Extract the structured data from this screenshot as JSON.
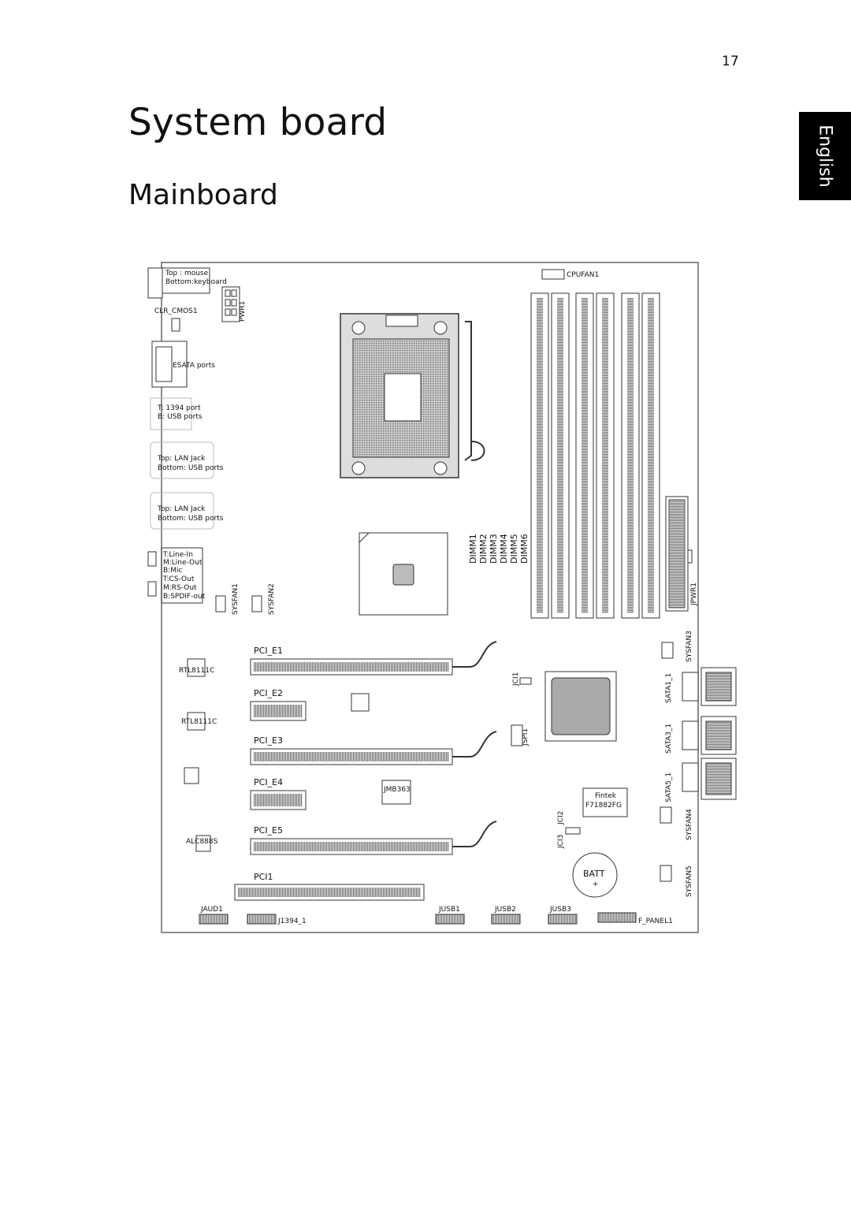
{
  "page": {
    "number": "17",
    "title": "System board",
    "subtitle": "Mainboard",
    "language_tab": "English"
  },
  "board": {
    "io_labels": {
      "mouse_top": "Top : mouse",
      "keyboard_bottom": "Bottom:keyboard",
      "clr_cmos": "CLR_CMOS1",
      "pwr": "PWR1",
      "esata": "ESATA ports",
      "p1394_top": "T:  1394 port",
      "p1394_bottom": "B: USB ports",
      "lan1_top": "Top: LAN Jack",
      "lan1_bottom": "Bottom: USB ports",
      "lan2_top": "Top: LAN Jack",
      "lan2_bottom": "Bottom: USB ports",
      "audio": [
        "T:Line-In",
        "M:Line-Out",
        "B:Mic",
        "T:CS-Out",
        "M:RS-Out",
        "B:SPDIF-out"
      ]
    },
    "cpufan": "CPUFAN1",
    "dimms": [
      "DIMM1",
      "DIMM2",
      "DIMM3",
      "DIMM4",
      "DIMM5",
      "DIMM6"
    ],
    "sysfan1": "SYSFAN1",
    "sysfan2": "SYSFAN2",
    "sysfan3": "SYSFAN3",
    "sysfan4": "SYSFAN4",
    "sysfan5": "SYSFAN5",
    "jpwr": "JPWR1",
    "pcie": [
      "PCI_E1",
      "PCI_E2",
      "PCI_E3",
      "PCI_E4",
      "PCI_E5"
    ],
    "pci": "PCI1",
    "rtl1": "RTL8111C",
    "rtl2": "RTL8111C",
    "alc": "ALC888S",
    "jci1": "JCI1",
    "jspi1": "JSPI1",
    "jmb": "JMB363",
    "jci2": "JCI2",
    "jci3": "JCI3",
    "fintek_line1": "Fintek",
    "fintek_line2": "F71882FG",
    "batt": "BATT",
    "batt_plus": "+",
    "sata": [
      "SATA1_1",
      "SATA3_1",
      "SATA5_1"
    ],
    "jaud": "JAUD1",
    "j1394": "J1394_1",
    "jusb": [
      "JUSB1",
      "JUSB2",
      "JUSB3"
    ],
    "fpanel": "F_PANEL1"
  }
}
